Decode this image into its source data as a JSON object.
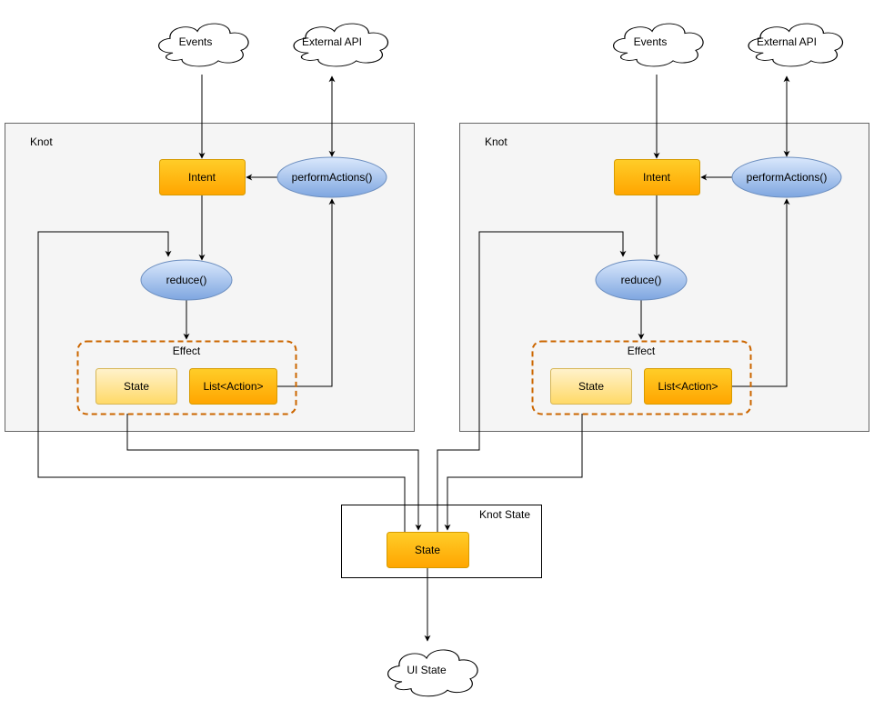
{
  "left_knot": {
    "container_label": "Knot",
    "events": "Events",
    "external_api": "External API",
    "intent": "Intent",
    "perform_actions": "performActions()",
    "reduce": "reduce()",
    "effect": "Effect",
    "state": "State",
    "list_action": "List<Action>"
  },
  "right_knot": {
    "container_label": "Knot",
    "events": "Events",
    "external_api": "External API",
    "intent": "Intent",
    "perform_actions": "performActions()",
    "reduce": "reduce()",
    "effect": "Effect",
    "state": "State",
    "list_action": "List<Action>"
  },
  "knot_state": {
    "label": "Knot State",
    "state": "State"
  },
  "ui_state": "UI State",
  "colors": {
    "orange_fill_top": "#ffcd28",
    "orange_fill_bottom": "#ffa500",
    "orange_stroke": "#d79b00",
    "light_fill_top": "#fff2cc",
    "light_fill_bottom": "#ffd966",
    "blue_fill_top": "#dae8fc",
    "blue_fill_bottom": "#7ea6e0",
    "blue_stroke": "#6c8ebf",
    "effect_dash": "#cc6600",
    "container_fill": "#f5f5f5",
    "container_stroke": "#666666"
  }
}
